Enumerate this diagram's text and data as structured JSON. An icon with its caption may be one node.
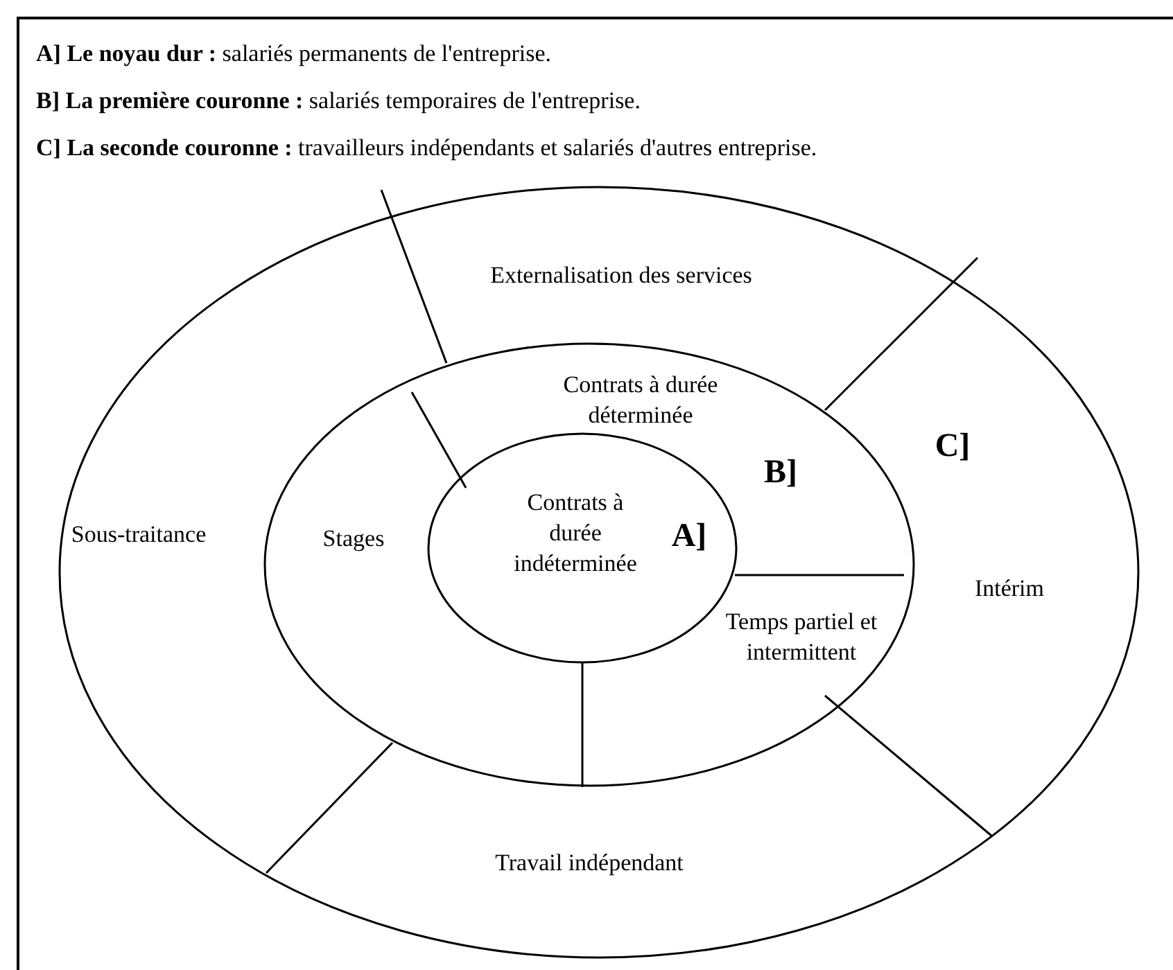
{
  "diagram": {
    "nodes": [
      {
        "text": [
          "Externalisation des services",
          "C]",
          "Sous-traitance",
          "Intérim",
          "Travail indépendant"
        ]
      },
      {
        "text": [
          "Contrats à durée déterminée",
          "B]",
          "Stages",
          "Temps partiel et intermittent"
        ],
        "in": 0
      },
      {
        "text": [
          "Contrats à durée indéterminée",
          "A]"
        ],
        "in": 1
      }
    ],
    "labels": [
      "**A] Le noyau dur :** salariés permanents de l'entreprise.",
      "**B] La première couronne :** salariés temporaires de l'entreprise.",
      "**C] La seconde couronne :** travailleurs indépendants et salariés d'autres entreprise."
    ]
  }
}
